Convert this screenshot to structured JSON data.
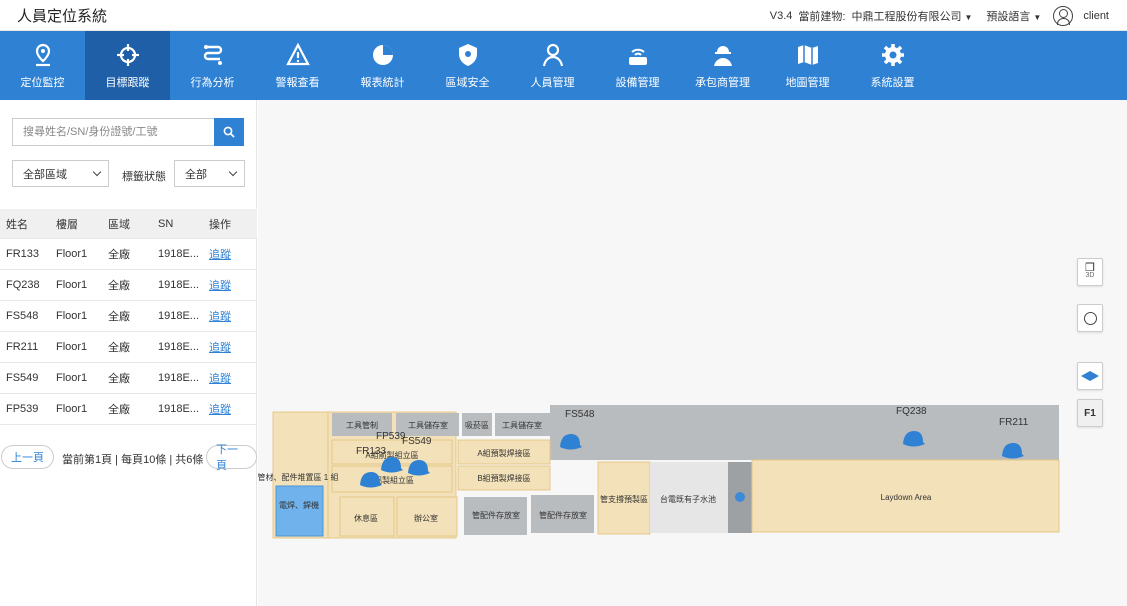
{
  "app": {
    "title": "人員定位系統",
    "version": "V3.4",
    "building_label": "當前建物:",
    "building_value": "中鼎工程股份有限公司",
    "language": "預設語言",
    "user": "client"
  },
  "nav": [
    {
      "label": "定位監控",
      "icon": "location-pin-icon"
    },
    {
      "label": "目標跟蹤",
      "icon": "crosshair-icon"
    },
    {
      "label": "行為分析",
      "icon": "route-icon"
    },
    {
      "label": "警報查看",
      "icon": "warning-icon"
    },
    {
      "label": "報表統計",
      "icon": "pie-chart-icon"
    },
    {
      "label": "區域安全",
      "icon": "shield-icon"
    },
    {
      "label": "人員管理",
      "icon": "user-icon"
    },
    {
      "label": "設備管理",
      "icon": "router-icon"
    },
    {
      "label": "承包商管理",
      "icon": "worker-icon"
    },
    {
      "label": "地圖管理",
      "icon": "map-icon"
    },
    {
      "label": "系統設置",
      "icon": "gear-icon"
    }
  ],
  "active_nav_index": 1,
  "search": {
    "placeholder": "搜尋姓名/SN/身份證號/工號"
  },
  "filters": {
    "area_value": "全部區域",
    "tag_status_label": "標籤狀態",
    "tag_status_value": "全部"
  },
  "table": {
    "headers": [
      "姓名",
      "樓層",
      "區域",
      "SN",
      "操作"
    ],
    "rows": [
      {
        "name": "FR133",
        "floor": "Floor1",
        "area": "全廠",
        "sn": "1918E...",
        "action": "追蹤"
      },
      {
        "name": "FQ238",
        "floor": "Floor1",
        "area": "全廠",
        "sn": "1918E...",
        "action": "追蹤"
      },
      {
        "name": "FS548",
        "floor": "Floor1",
        "area": "全廠",
        "sn": "1918E...",
        "action": "追蹤"
      },
      {
        "name": "FR211",
        "floor": "Floor1",
        "area": "全廠",
        "sn": "1918E...",
        "action": "追蹤"
      },
      {
        "name": "FS549",
        "floor": "Floor1",
        "area": "全廠",
        "sn": "1918E...",
        "action": "追蹤"
      },
      {
        "name": "FP539",
        "floor": "Floor1",
        "area": "全廠",
        "sn": "1918E...",
        "action": "追蹤"
      }
    ]
  },
  "pager": {
    "prev": "上一頁",
    "info": "當前第1頁 | 每頁10條 | 共6條",
    "next": "下一頁"
  },
  "map": {
    "rooms": {
      "tools_mgmt": "工具管制",
      "tool_storage_1": "工具儲存室",
      "smoking": "吸菸區",
      "tool_storage_2": "工具儲存室",
      "a_assembly": "A組前製組立區",
      "a_weld": "A組預製焊接區",
      "mount_assembly": "鋁製組立區",
      "b_weld": "B組預製焊接區",
      "material_yard": "管材、配件堆置區 1 組",
      "welding": "電焊、銲機",
      "rest": "休息區",
      "office": "辦公室",
      "parts_1": "管配件存放室",
      "parts_2": "管配件存放室",
      "pipe_support": "管支撐預製區",
      "power_pool": "台電既有子水池",
      "laydown": "Laydown Area"
    },
    "markers": [
      "FS548",
      "FQ238",
      "FR211",
      "FR133",
      "FP539",
      "FS549"
    ],
    "controls": {
      "view3d": "3D",
      "floor": "F1"
    }
  },
  "colors": {
    "nav_bg": "#2f81d4",
    "nav_active": "#1f5fa8",
    "room_tan": "#f3e1b9",
    "room_gray": "#b9bcbf",
    "marker": "#2f81d4"
  }
}
